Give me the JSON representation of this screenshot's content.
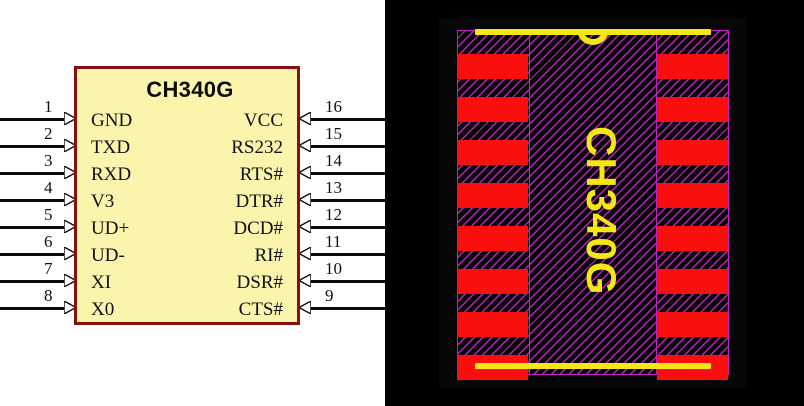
{
  "schematic": {
    "title": "CH340G",
    "left_pins": [
      {
        "number": "1",
        "label": "GND"
      },
      {
        "number": "2",
        "label": "TXD"
      },
      {
        "number": "3",
        "label": "RXD"
      },
      {
        "number": "4",
        "label": "V3"
      },
      {
        "number": "5",
        "label": "UD+"
      },
      {
        "number": "6",
        "label": "UD-"
      },
      {
        "number": "7",
        "label": "XI"
      },
      {
        "number": "8",
        "label": "X0"
      }
    ],
    "right_pins": [
      {
        "number": "16",
        "label": "VCC"
      },
      {
        "number": "15",
        "label": "RS232"
      },
      {
        "number": "14",
        "label": "RTS#"
      },
      {
        "number": "13",
        "label": "DTR#"
      },
      {
        "number": "12",
        "label": "DCD#"
      },
      {
        "number": "11",
        "label": "RI#"
      },
      {
        "number": "10",
        "label": "DSR#"
      },
      {
        "number": "9",
        "label": "CTS#"
      }
    ],
    "colors": {
      "body_fill": "#fbf4ac",
      "body_border": "#8a0f10",
      "wire": "#0a0a0a",
      "text": "#101010",
      "background": "#ffffff"
    }
  },
  "pcb": {
    "silkscreen_text": "CH340G",
    "pad_count_per_side": 8,
    "colors": {
      "background": "#000000",
      "pad": "#fa0f0f",
      "courtyard": "#c021c0",
      "silkscreen": "#f5e713"
    }
  }
}
